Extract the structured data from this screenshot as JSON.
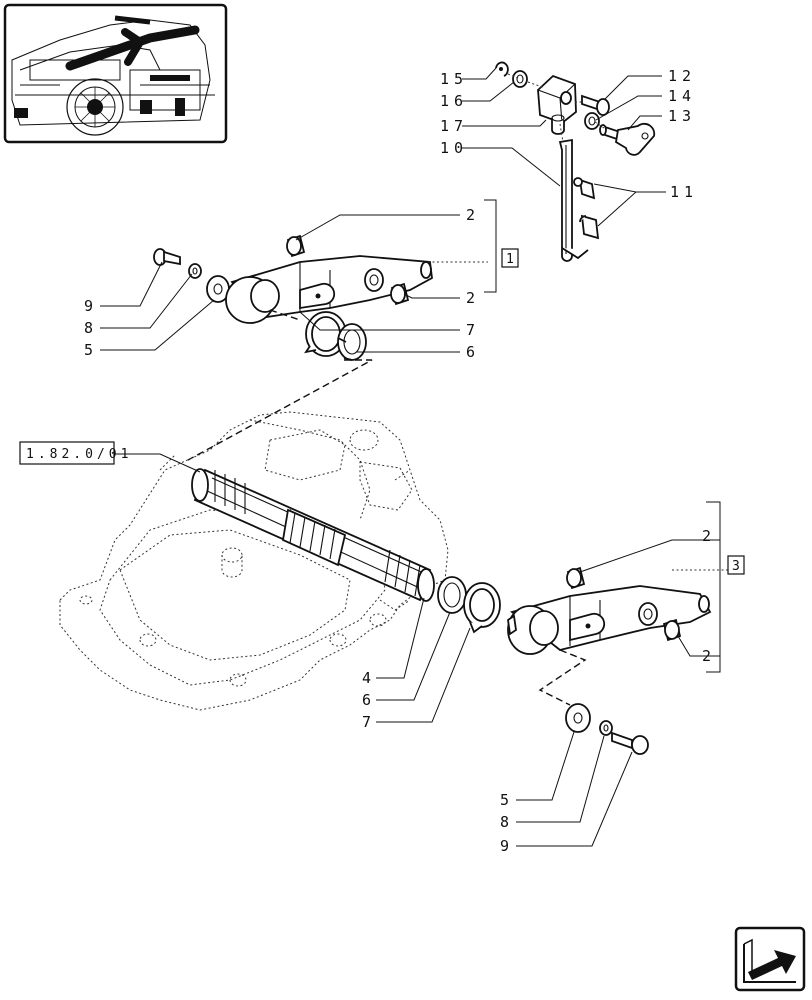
{
  "diagram": {
    "callouts": {
      "c15": "15",
      "c16": "16",
      "c17": "17",
      "c10": "10",
      "c12": "12",
      "c14": "14",
      "c13": "13",
      "c11": "11",
      "c2a": "2",
      "c2b": "2",
      "c2c": "2",
      "c2d": "2",
      "c9a": "9",
      "c8a": "8",
      "c5a": "5",
      "c7a": "7",
      "c6a": "6",
      "c4": "4",
      "c6b": "6",
      "c7b": "7",
      "c5b": "5",
      "c8b": "8",
      "c9b": "9"
    },
    "group_refs": {
      "g1": "1",
      "g3": "3"
    },
    "cross_reference": "1.82.0/01"
  },
  "icons": {
    "thumbnail": "tractor-location-thumbnail",
    "nav": "next-page-arrow-icon"
  }
}
